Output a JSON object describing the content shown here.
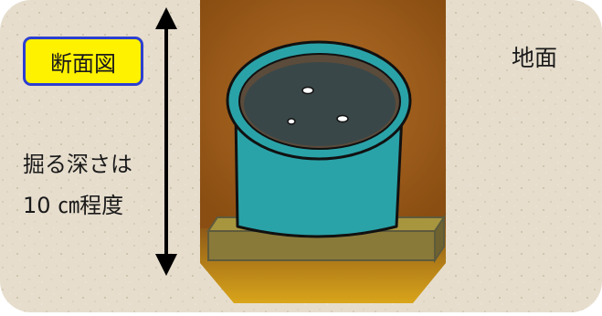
{
  "badge": {
    "text": "断面図"
  },
  "labels": {
    "ground": "地面",
    "depth_line1": "掘る深さは",
    "depth_line2": "10 ㎝程度"
  },
  "colors": {
    "ground": "#e6ddcd",
    "pit": "#9a5a17",
    "pot": "#2aa3a8",
    "water": "#3a4748",
    "base_block": "#8a7a3a",
    "badge_fill": "#fff200",
    "badge_border": "#2c3fd1",
    "arrow": "#000000"
  }
}
